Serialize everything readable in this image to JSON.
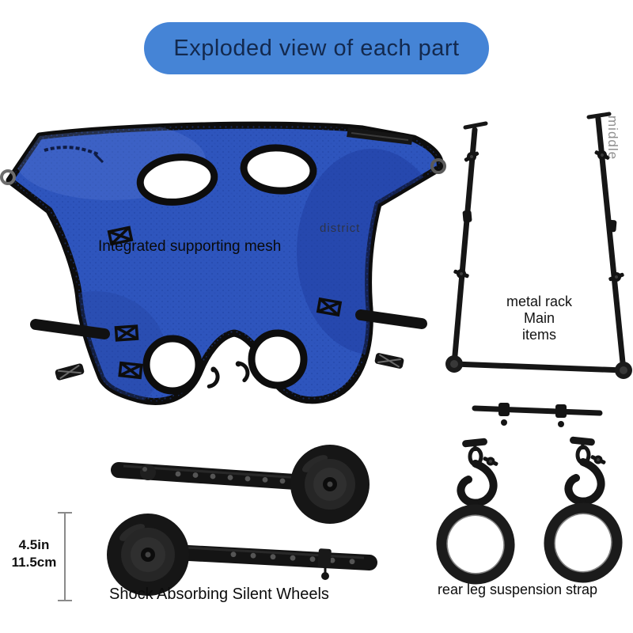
{
  "banner": {
    "title": "Exploded view of each part"
  },
  "mesh_section": {
    "label": "Integrated supporting mesh",
    "watermark": "district"
  },
  "rack_section": {
    "label_lines": [
      "metal rack",
      "Main",
      "items"
    ],
    "side_text": "middle"
  },
  "wheel_section": {
    "caption": "Shock Absorbing Silent Wheels",
    "dimension_inches": "4.5in",
    "dimension_cm": "11.5cm"
  },
  "strap_section": {
    "caption": "rear leg suspension strap"
  },
  "colors": {
    "banner_bg": "#4584d6",
    "banner_text": "#13294e",
    "mesh_blue": "#2e55bd",
    "part_black": "#141414",
    "dimension_line": "#8a8a8a",
    "side_text_grey": "#8f8f8f"
  }
}
